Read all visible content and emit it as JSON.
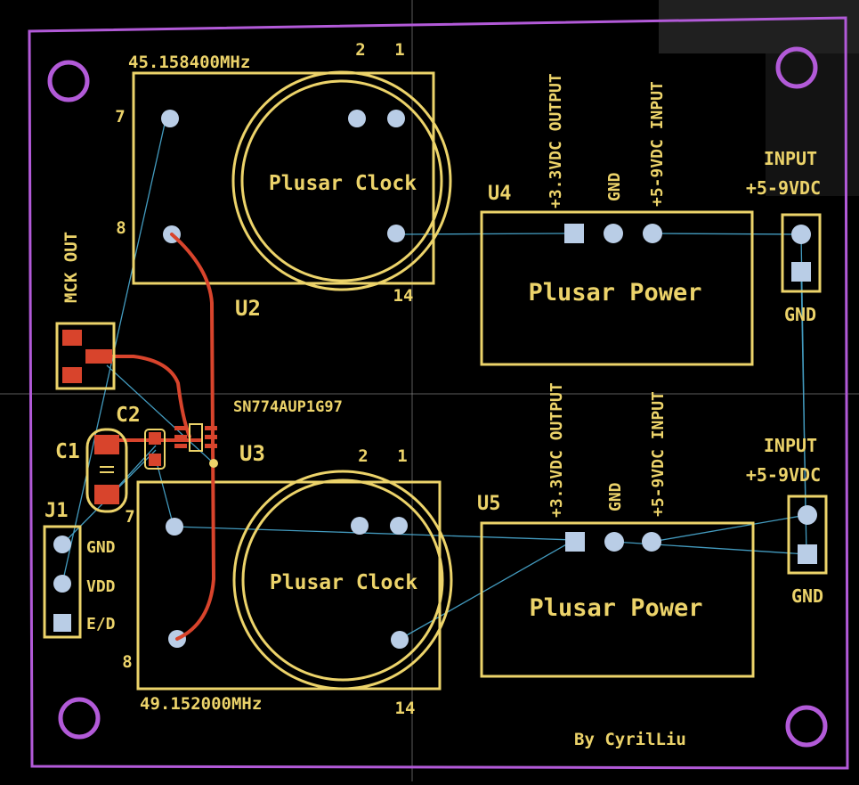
{
  "board": {
    "credit": "By CyrilLiu"
  },
  "colors": {
    "background": "#000000",
    "outline": "#b25ad8",
    "silkscreen": "#ecd36a",
    "copper": "#d8442c",
    "pad": "#b9cde6",
    "ratsnest": "#4fb6e0"
  },
  "clock_top": {
    "ref": "U2",
    "label": "Plusar Clock",
    "freq": "45.158400MHz",
    "pin_1": "1",
    "pin_2": "2",
    "pin_7": "7",
    "pin_8": "8",
    "pin_14": "14"
  },
  "clock_bottom": {
    "ref": "U3",
    "label": "Plusar Clock",
    "freq": "49.152000MHz",
    "pin_1": "1",
    "pin_2": "2",
    "pin_7": "7",
    "pin_8": "8",
    "pin_14": "14"
  },
  "power_top": {
    "ref": "U4",
    "label": "Plusar Power",
    "pin_out": "+3.3VDC OUTPUT",
    "pin_gnd": "GND",
    "pin_in": "+5-9VDC INPUT",
    "conn_label_1": "INPUT",
    "conn_label_2": "+5-9VDC",
    "conn_gnd": "GND"
  },
  "power_bottom": {
    "ref": "U5",
    "label": "Plusar Power",
    "pin_out": "+3.3VDC OUTPUT",
    "pin_gnd": "GND",
    "pin_in": "+5-9VDC INPUT",
    "conn_label_1": "INPUT",
    "conn_label_2": "+5-9VDC",
    "conn_gnd": "GND"
  },
  "mux": {
    "ref_label": "SN774AUP1G97",
    "c1": "C1",
    "c2": "C2",
    "mck_out": "MCK OUT"
  },
  "j1": {
    "ref": "J1",
    "pin_gnd": "GND",
    "pin_vdd": "VDD",
    "pin_ed": "E/D"
  }
}
